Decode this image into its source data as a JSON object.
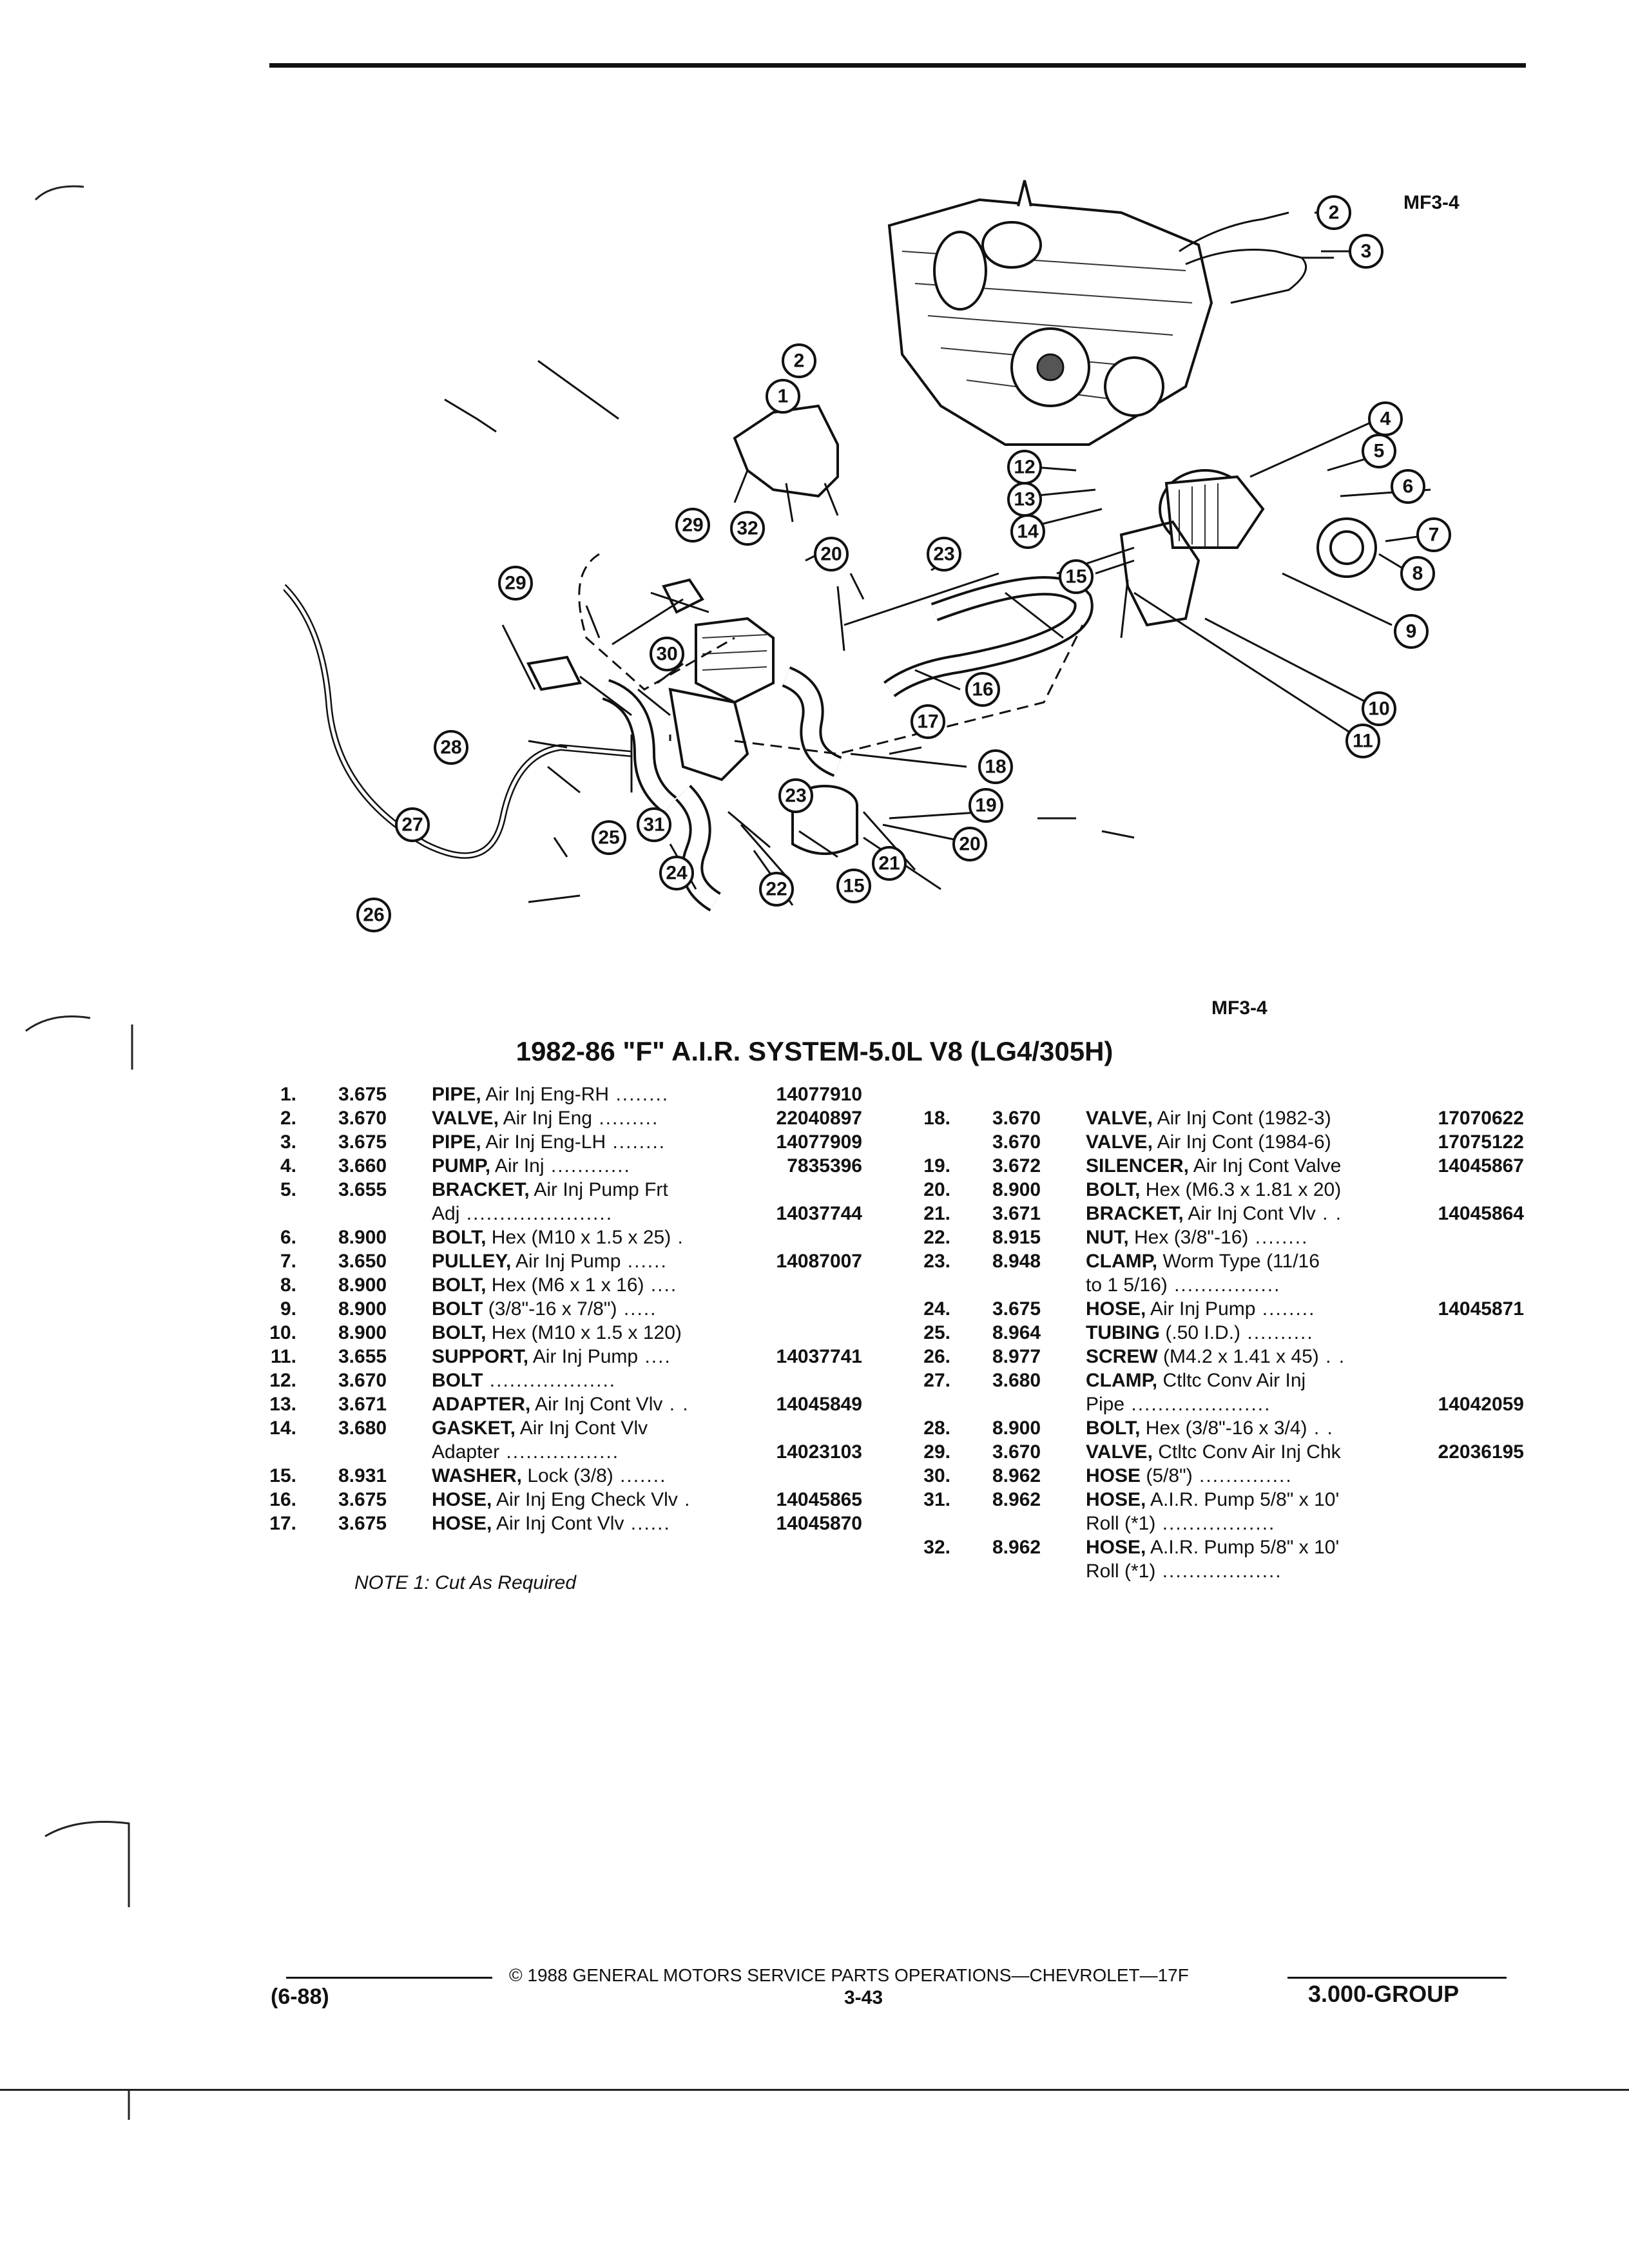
{
  "header": {
    "ref_top": "MF3-4"
  },
  "diagram": {
    "callouts": [
      "1",
      "2",
      "2",
      "3",
      "4",
      "5",
      "6",
      "7",
      "8",
      "9",
      "10",
      "11",
      "12",
      "13",
      "14",
      "15",
      "15",
      "16",
      "17",
      "18",
      "19",
      "20",
      "20",
      "21",
      "22",
      "23",
      "23",
      "24",
      "25",
      "26",
      "27",
      "28",
      "29",
      "29",
      "30",
      "31",
      "32"
    ]
  },
  "ref_mid": "MF3-4",
  "title": "1982-86 \"F\" A.I.R. SYSTEM-5.0L V8 (LG4/305H)",
  "parts_left": [
    {
      "num": "1.",
      "group": "3.675",
      "name": "PIPE,",
      "desc": " Air Inj Eng-RH",
      "dots": " ........",
      "part": "14077910"
    },
    {
      "num": "2.",
      "group": "3.670",
      "name": "VALVE,",
      "desc": " Air Inj Eng",
      "dots": " .........",
      "part": "22040897"
    },
    {
      "num": "3.",
      "group": "3.675",
      "name": "PIPE,",
      "desc": " Air Inj Eng-LH",
      "dots": " ........",
      "part": "14077909"
    },
    {
      "num": "4.",
      "group": "3.660",
      "name": "PUMP,",
      "desc": " Air Inj",
      "dots": " ............",
      "part": "7835396"
    },
    {
      "num": "5.",
      "group": "3.655",
      "name": "BRACKET,",
      "desc": " Air Inj Pump Frt",
      "dots": "",
      "part": ""
    },
    {
      "num": "",
      "group": "",
      "name": "",
      "desc": "Adj",
      "dots": " ......................",
      "part": "14037744"
    },
    {
      "num": "6.",
      "group": "8.900",
      "name": "BOLT,",
      "desc": " Hex (M10 x 1.5 x 25)",
      "dots": " .",
      "part": ""
    },
    {
      "num": "7.",
      "group": "3.650",
      "name": "PULLEY,",
      "desc": " Air Inj Pump",
      "dots": " ......",
      "part": "14087007"
    },
    {
      "num": "8.",
      "group": "8.900",
      "name": "BOLT,",
      "desc": " Hex (M6 x 1 x 16)",
      "dots": " ....",
      "part": ""
    },
    {
      "num": "9.",
      "group": "8.900",
      "name": "BOLT",
      "desc": " (3/8\"-16 x 7/8\")",
      "dots": " .....",
      "part": ""
    },
    {
      "num": "10.",
      "group": "8.900",
      "name": "BOLT,",
      "desc": " Hex (M10 x 1.5 x 120)",
      "dots": "",
      "part": ""
    },
    {
      "num": "11.",
      "group": "3.655",
      "name": "SUPPORT,",
      "desc": " Air Inj Pump",
      "dots": " ....",
      "part": "14037741"
    },
    {
      "num": "12.",
      "group": "3.670",
      "name": "BOLT",
      "desc": "",
      "dots": " ...................",
      "part": ""
    },
    {
      "num": "13.",
      "group": "3.671",
      "name": "ADAPTER,",
      "desc": " Air Inj Cont Vlv",
      "dots": " . .",
      "part": "14045849"
    },
    {
      "num": "14.",
      "group": "3.680",
      "name": "GASKET,",
      "desc": " Air Inj Cont Vlv",
      "dots": "",
      "part": ""
    },
    {
      "num": "",
      "group": "",
      "name": "",
      "desc": "Adapter",
      "dots": " .................",
      "part": "14023103"
    },
    {
      "num": "15.",
      "group": "8.931",
      "name": "WASHER,",
      "desc": " Lock (3/8)",
      "dots": " .......",
      "part": ""
    },
    {
      "num": "16.",
      "group": "3.675",
      "name": "HOSE,",
      "desc": " Air Inj Eng Check Vlv",
      "dots": " .",
      "part": "14045865"
    },
    {
      "num": "17.",
      "group": "3.675",
      "name": "HOSE,",
      "desc": " Air Inj Cont Vlv",
      "dots": " ......",
      "part": "14045870"
    }
  ],
  "parts_right": [
    {
      "num": "",
      "group": "",
      "name": "",
      "desc": "",
      "dots": "",
      "part": ""
    },
    {
      "num": "18.",
      "group": "3.670",
      "name": "VALVE,",
      "desc": " Air Inj Cont (1982-3)",
      "dots": "",
      "part": "17070622"
    },
    {
      "num": "",
      "group": "3.670",
      "name": "VALVE,",
      "desc": " Air Inj Cont (1984-6)",
      "dots": "",
      "part": "17075122"
    },
    {
      "num": "19.",
      "group": "3.672",
      "name": "SILENCER,",
      "desc": " Air Inj Cont Valve",
      "dots": "",
      "part": "14045867"
    },
    {
      "num": "20.",
      "group": "8.900",
      "name": "BOLT,",
      "desc": " Hex (M6.3 x 1.81 x 20)",
      "dots": "",
      "part": ""
    },
    {
      "num": "21.",
      "group": "3.671",
      "name": "BRACKET,",
      "desc": " Air Inj Cont Vlv",
      "dots": " . .",
      "part": "14045864"
    },
    {
      "num": "22.",
      "group": "8.915",
      "name": "NUT,",
      "desc": " Hex (3/8\"-16)",
      "dots": " ........",
      "part": ""
    },
    {
      "num": "23.",
      "group": "8.948",
      "name": "CLAMP,",
      "desc": " Worm Type (11/16",
      "dots": "",
      "part": ""
    },
    {
      "num": "",
      "group": "",
      "name": "",
      "desc": "to 1 5/16)",
      "dots": " ................",
      "part": ""
    },
    {
      "num": "24.",
      "group": "3.675",
      "name": "HOSE,",
      "desc": " Air Inj Pump",
      "dots": " ........",
      "part": "14045871"
    },
    {
      "num": "25.",
      "group": "8.964",
      "name": "TUBING",
      "desc": " (.50 I.D.)",
      "dots": " ..........",
      "part": ""
    },
    {
      "num": "26.",
      "group": "8.977",
      "name": "SCREW",
      "desc": " (M4.2 x 1.41 x 45)",
      "dots": " . .",
      "part": ""
    },
    {
      "num": "27.",
      "group": "3.680",
      "name": "CLAMP,",
      "desc": " Ctltc Conv Air Inj",
      "dots": "",
      "part": ""
    },
    {
      "num": "",
      "group": "",
      "name": "",
      "desc": "Pipe",
      "dots": " .....................",
      "part": "14042059"
    },
    {
      "num": "28.",
      "group": "8.900",
      "name": "BOLT,",
      "desc": " Hex (3/8\"-16 x 3/4)",
      "dots": " . .",
      "part": ""
    },
    {
      "num": "29.",
      "group": "3.670",
      "name": "VALVE,",
      "desc": " Ctltc Conv Air Inj Chk",
      "dots": "",
      "part": "22036195"
    },
    {
      "num": "30.",
      "group": "8.962",
      "name": "HOSE",
      "desc": " (5/8\")",
      "dots": " ..............",
      "part": ""
    },
    {
      "num": "31.",
      "group": "8.962",
      "name": "HOSE,",
      "desc": " A.I.R. Pump 5/8\" x 10'",
      "dots": "",
      "part": ""
    },
    {
      "num": "",
      "group": "",
      "name": "",
      "desc": "Roll (*1)",
      "dots": " .................",
      "part": ""
    },
    {
      "num": "32.",
      "group": "8.962",
      "name": "HOSE,",
      "desc": " A.I.R. Pump 5/8\" x 10'",
      "dots": "",
      "part": ""
    },
    {
      "num": "",
      "group": "",
      "name": "",
      "desc": "Roll (*1)",
      "dots": " ..................",
      "part": ""
    }
  ],
  "note": "NOTE 1: Cut As Required",
  "footer": {
    "copyright": "© 1988 GENERAL MOTORS SERVICE PARTS OPERATIONS—CHEVROLET—17F",
    "date_code": "(6-88)",
    "page": "3-43",
    "group": "3.000-GROUP"
  }
}
